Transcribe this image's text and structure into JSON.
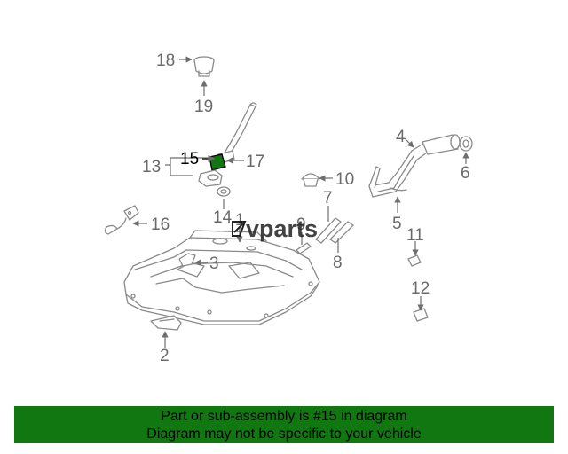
{
  "diagram": {
    "highlighted_part": "15",
    "highlight_color": "#117711",
    "callouts": {
      "c1": "1",
      "c2": "2",
      "c3": "3",
      "c4": "4",
      "c5": "5",
      "c6": "6",
      "c7": "7",
      "c8": "8",
      "c9": "9",
      "c10": "10",
      "c11": "11",
      "c12": "12",
      "c13": "13",
      "c14": "14",
      "c15": "15",
      "c16": "16",
      "c17": "17",
      "c18": "18",
      "c19": "19"
    },
    "watermark": "vparts"
  },
  "footer": {
    "line1": "Part or sub-assembly is #15 in diagram",
    "line2": "Diagram may not be specific to your vehicle",
    "background": "#117711"
  }
}
